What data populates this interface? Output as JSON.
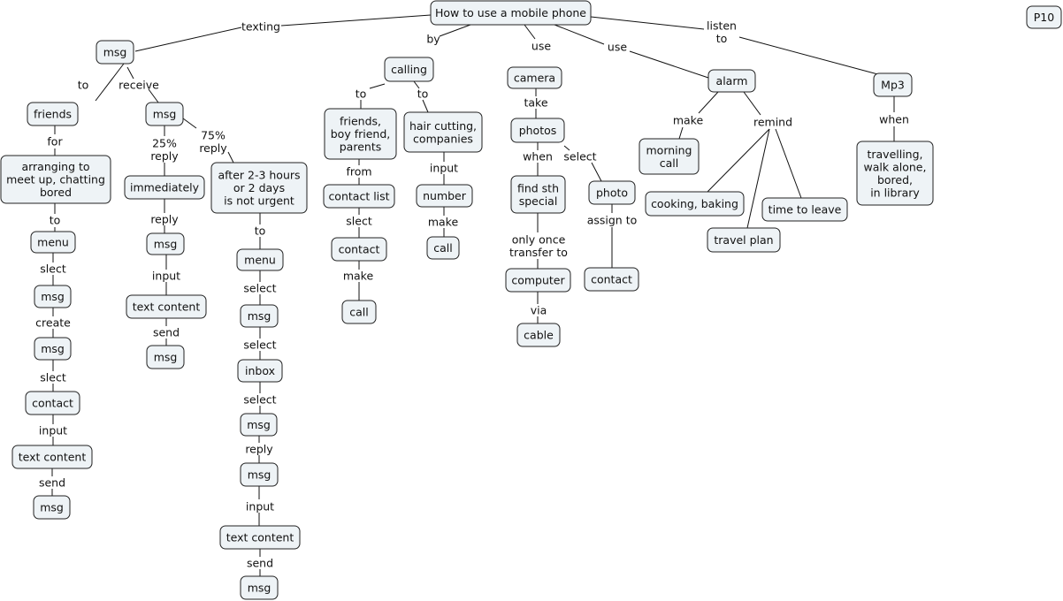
{
  "title": "How to use a mobile phone",
  "corner_tag": "P10",
  "nodes": {
    "root": "How to use a mobile phone",
    "p10": "P10",
    "msg_main": "msg",
    "friends": "friends",
    "arranging": [
      "arranging to",
      "meet up, chatting",
      "bored"
    ],
    "menu1": "menu",
    "msg_a1": "msg",
    "msg_a2": "msg",
    "contact_a": "contact",
    "text_a": "text content",
    "msg_a3": "msg",
    "msg_recv": "msg",
    "immediately": "immediately",
    "msg_b1": "msg",
    "text_b": "text content",
    "msg_b2": "msg",
    "after": [
      "after 2-3 hours",
      "or 2 days",
      "is not urgent"
    ],
    "menu2": "menu",
    "msg_c1": "msg",
    "inbox": "inbox",
    "msg_c2": "msg",
    "msg_c3": "msg",
    "text_c": "text content",
    "msg_c4": "msg",
    "calling": "calling",
    "friends_bf": [
      "friends,",
      "boy friend,",
      "parents"
    ],
    "hair": [
      "hair cutting,",
      "companies"
    ],
    "contact_list": "contact list",
    "contact_d": "contact",
    "call_d": "call",
    "number": "number",
    "call_e": "call",
    "camera": "camera",
    "photos": "photos",
    "find_sth": [
      "find sth",
      "special"
    ],
    "computer": "computer",
    "cable": "cable",
    "photo": "photo",
    "contact_f": "contact",
    "alarm": "alarm",
    "morning": [
      "morning",
      "call"
    ],
    "cooking": "cooking, baking",
    "travel": "travel plan",
    "time_leave": "time to leave",
    "mp3": "Mp3",
    "travelling": [
      "travelling,",
      "walk alone,",
      "bored,",
      "in library"
    ]
  },
  "links": {
    "texting": "texting",
    "by": "by",
    "use1": "use",
    "use2": "use",
    "listen": [
      "listen",
      "to"
    ],
    "to_friends": "to",
    "receive": "receive",
    "for": "for",
    "to_a": "to",
    "slect_a1": "slect",
    "create": "create",
    "slect_a2": "slect",
    "input_a": "input",
    "send_a": "send",
    "pct25": [
      "25%",
      "reply"
    ],
    "pct75": [
      "75%",
      "reply"
    ],
    "reply_b": "reply",
    "input_b": "input",
    "send_b": "send",
    "to_c": "to",
    "select_c1": "select",
    "select_c2": "select",
    "select_c3": "select",
    "reply_c": "reply",
    "input_c": "input",
    "send_c": "send",
    "to_d": "to",
    "to_e": "to",
    "from": "from",
    "slect_d": "slect",
    "make_d": "make",
    "input_e": "input",
    "make_e": "make",
    "take": "take",
    "when_f": "when",
    "select_f": "select",
    "only_once": [
      "only once",
      "transfer to"
    ],
    "via": "via",
    "assign_to": "assign to",
    "make_g": "make",
    "remind": "remind",
    "when_h": "when"
  }
}
